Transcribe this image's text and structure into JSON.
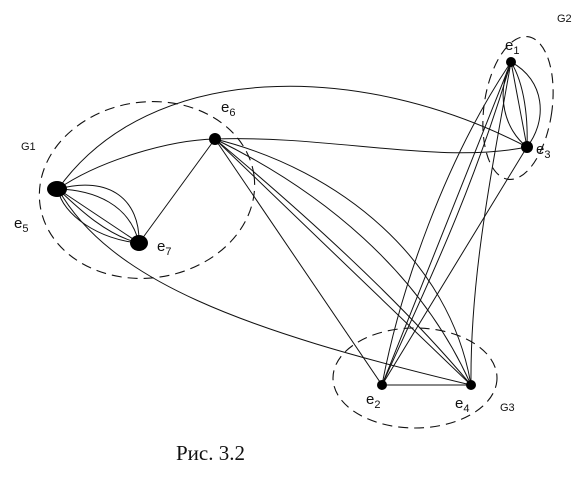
{
  "caption": "Рис. 3.2",
  "groups": {
    "g1": "G1",
    "g2": "G2",
    "g3": "G3"
  },
  "nodes": {
    "e1": {
      "base": "e",
      "sub": "1"
    },
    "e2": {
      "base": "e",
      "sub": "2"
    },
    "e3": {
      "base": "e",
      "sub": "3"
    },
    "e4": {
      "base": "e",
      "sub": "4"
    },
    "e5": {
      "base": "e",
      "sub": "5"
    },
    "e6": {
      "base": "e",
      "sub": "6"
    },
    "e7": {
      "base": "e",
      "sub": "7"
    }
  }
}
